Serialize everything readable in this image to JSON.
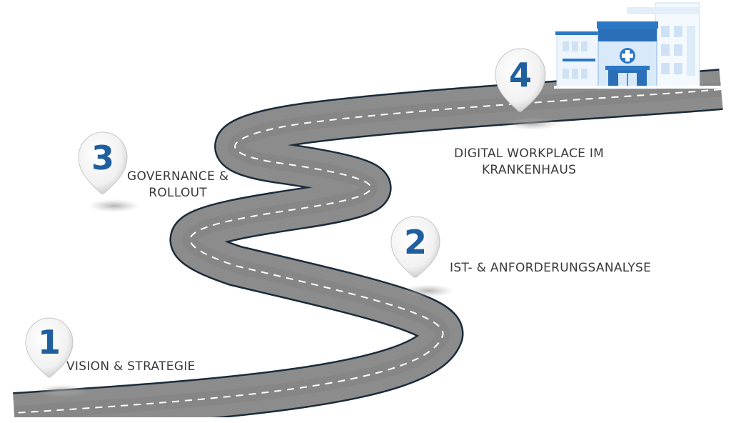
{
  "milestones": [
    {
      "number": "1",
      "label_lines": [
        "VISION & STRATEGIE"
      ]
    },
    {
      "number": "2",
      "label_lines": [
        "IST- & ANFORDERUNGSANALYSE"
      ]
    },
    {
      "number": "3",
      "label_lines": [
        "GOVERNANCE &",
        "ROLLOUT"
      ]
    },
    {
      "number": "4",
      "label_lines": [
        "DIGITAL WORKPLACE IM",
        "KRANKENHAUS"
      ]
    }
  ],
  "colors": {
    "road": "#8c8c8c",
    "road_edge": "#1c2b3a",
    "accent": "#1f5f9e",
    "building_blue": "#2d78c5",
    "building_light": "#d5e8f8"
  }
}
